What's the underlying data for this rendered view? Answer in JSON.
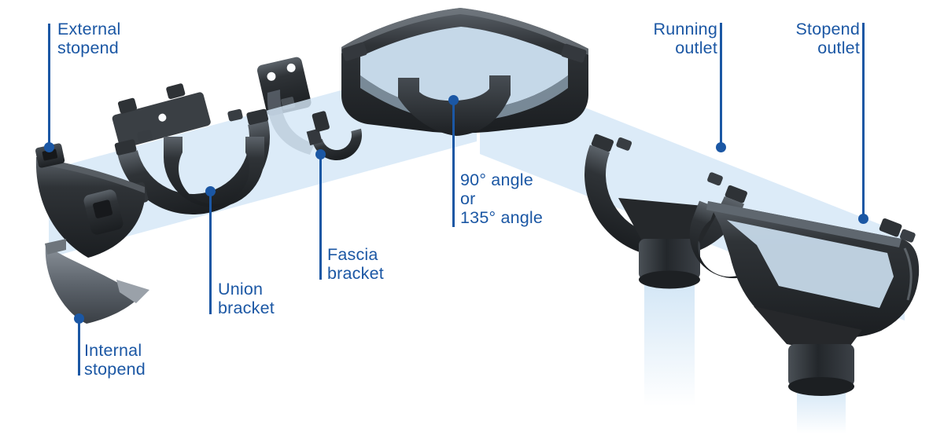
{
  "colors": {
    "label_blue": "#1b57a4",
    "part_dark": "#26292c",
    "part_mid": "#595f66",
    "water_light": "#d4e7f7",
    "water_channel": "#c5d8e8",
    "background": "#ffffff"
  },
  "labels": [
    {
      "id": "external-stopend",
      "lines": [
        "External",
        "stopend"
      ]
    },
    {
      "id": "internal-stopend",
      "lines": [
        "Internal",
        "stopend"
      ]
    },
    {
      "id": "union-bracket",
      "lines": [
        "Union",
        "bracket"
      ]
    },
    {
      "id": "fascia-bracket",
      "lines": [
        "Fascia",
        "bracket"
      ]
    },
    {
      "id": "angle",
      "lines": [
        "90° angle",
        "or",
        "135° angle"
      ]
    },
    {
      "id": "running-outlet",
      "lines": [
        "Running",
        "outlet"
      ]
    },
    {
      "id": "stopend-outlet",
      "lines": [
        "Stopend",
        "outlet"
      ]
    }
  ]
}
